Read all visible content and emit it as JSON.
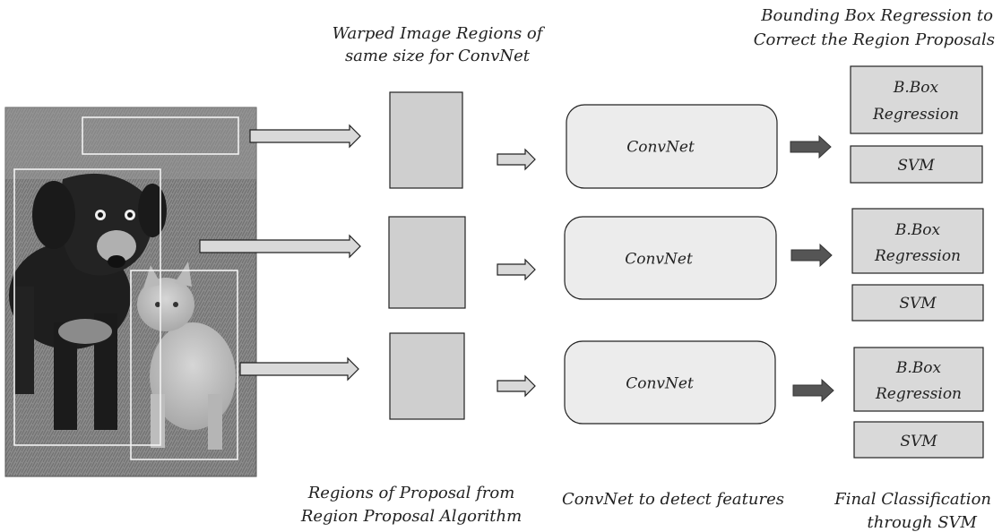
{
  "captions": {
    "warped": [
      "Warped Image Regions of",
      "same size for ConvNet"
    ],
    "bbox_top": [
      "Bounding Box Regression to",
      "Correct the Region Proposals"
    ],
    "proposals": [
      "Regions of Proposal from",
      "Region Proposal Algorithm"
    ],
    "convnet_features": "ConvNet to detect features",
    "final": [
      "Final Classification",
      "through SVM"
    ]
  },
  "rows": [
    {
      "convnet": "ConvNet",
      "bbox": [
        "B.Box",
        "Regression"
      ],
      "svm": "SVM"
    },
    {
      "convnet": "ConvNet",
      "bbox": [
        "B.Box",
        "Regression"
      ],
      "svm": "SVM"
    },
    {
      "convnet": "ConvNet",
      "bbox": [
        "B.Box",
        "Regression"
      ],
      "svm": "SVM"
    }
  ],
  "image": {
    "subject": "dog and kitten photo (grayscale)"
  }
}
